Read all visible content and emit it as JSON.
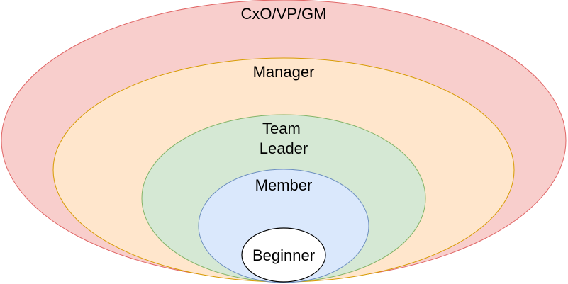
{
  "diagram": {
    "levels": [
      {
        "id": "cxo",
        "label": "CxO/VP/GM",
        "fill": "#f8cecc",
        "stroke": "#e06666"
      },
      {
        "id": "manager",
        "label": "Manager",
        "fill": "#ffe6cc",
        "stroke": "#d79b00"
      },
      {
        "id": "team-leader",
        "label_lines": [
          "Team",
          "Leader"
        ],
        "fill": "#d5e8d4",
        "stroke": "#82b366"
      },
      {
        "id": "member",
        "label": "Member",
        "fill": "#dae8fc",
        "stroke": "#6c8ebf"
      },
      {
        "id": "beginner",
        "label": "Beginner",
        "fill": "#ffffff",
        "stroke": "#000000"
      }
    ]
  }
}
